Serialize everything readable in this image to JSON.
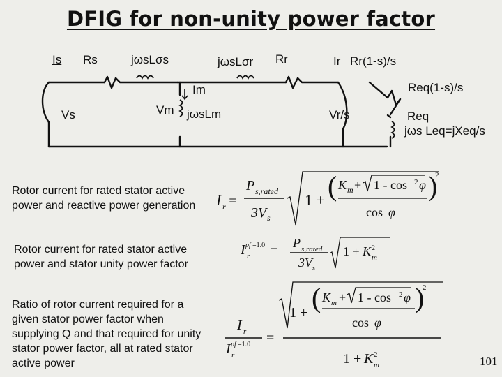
{
  "slide": {
    "title": "DFIG for non-unity power factor",
    "page_number": "101"
  },
  "circuit": {
    "Is": "Is",
    "Rs": "Rs",
    "jXs": "jωsLσs",
    "Vs": "Vs",
    "Im": "Im",
    "Vm": "Vm",
    "jXm": "jωsLm",
    "jXr": "jωsLσr",
    "Rr": "Rr",
    "Ir": "Ir",
    "Rr_slip": "Rr(1-s)/s",
    "Vr_s": "Vr/s",
    "Req_slip": "Req(1-s)/s",
    "Req": "Req",
    "jXeq": "jωs Leq=jXeq/s"
  },
  "equations": [
    {
      "description": "Rotor current for rated stator active power and reactive power generation"
    },
    {
      "description": "Rotor current for rated stator active power and stator unity power factor"
    },
    {
      "description": "Ratio of rotor current required for a given stator power factor when supplying Q and that required for unity stator power factor, all at rated stator active power"
    }
  ]
}
